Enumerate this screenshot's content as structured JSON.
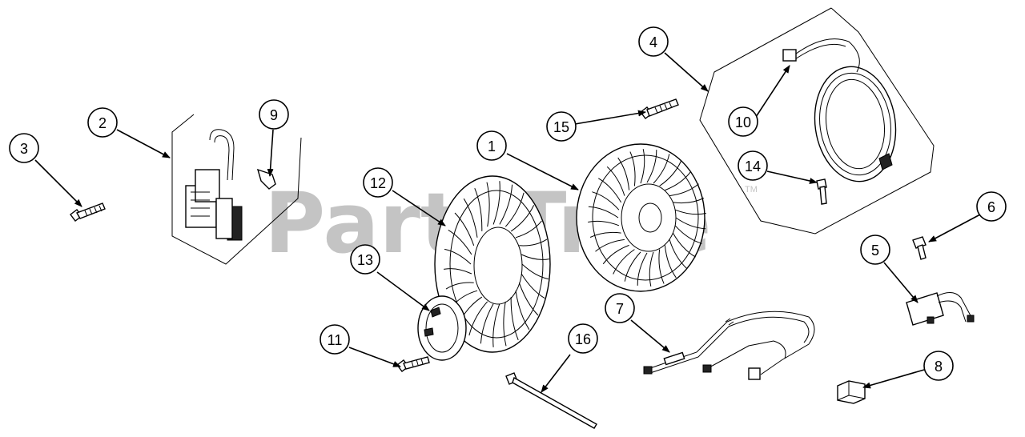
{
  "watermark": {
    "text": "PartsTree",
    "trademark": "TM",
    "color": "#c4c4c4"
  },
  "callouts": [
    {
      "id": "1",
      "label": "1"
    },
    {
      "id": "2",
      "label": "2"
    },
    {
      "id": "3",
      "label": "3"
    },
    {
      "id": "4",
      "label": "4"
    },
    {
      "id": "5",
      "label": "5"
    },
    {
      "id": "6",
      "label": "6"
    },
    {
      "id": "7",
      "label": "7"
    },
    {
      "id": "8",
      "label": "8"
    },
    {
      "id": "9",
      "label": "9"
    },
    {
      "id": "10",
      "label": "10"
    },
    {
      "id": "11",
      "label": "11"
    },
    {
      "id": "12",
      "label": "12"
    },
    {
      "id": "13",
      "label": "13"
    },
    {
      "id": "14",
      "label": "14"
    },
    {
      "id": "15",
      "label": "15"
    },
    {
      "id": "16",
      "label": "16"
    }
  ],
  "colors": {
    "line": "#000000",
    "background": "#ffffff"
  }
}
